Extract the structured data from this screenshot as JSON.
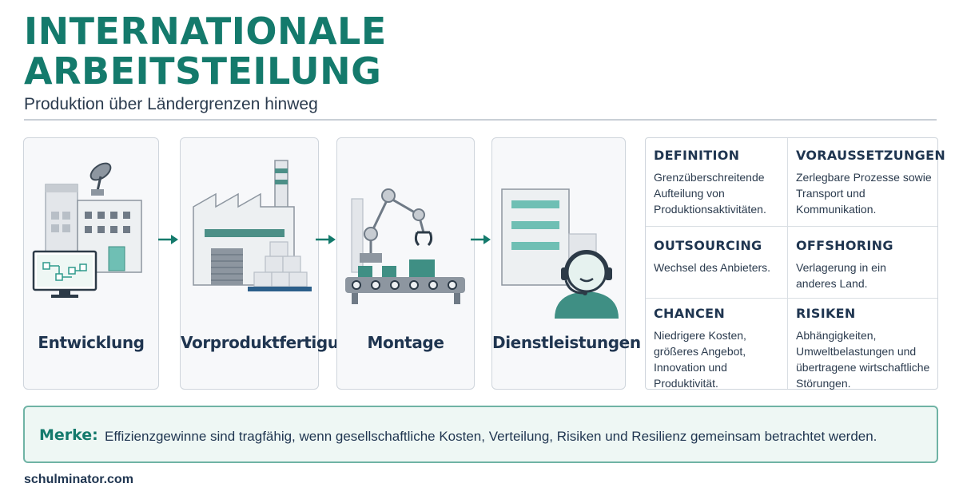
{
  "title": {
    "line1": "INTERNATIONALE",
    "line2": "ARBEITSTEILUNG"
  },
  "subtitle": "Produktion über Ländergrenzen hinweg",
  "steps": [
    {
      "label": "Entwicklung",
      "icon": "research-building-icon"
    },
    {
      "label": "Vorproduktfertigung",
      "icon": "factory-icon"
    },
    {
      "label": "Montage",
      "icon": "robot-arm-conveyor-icon"
    },
    {
      "label": "Dienstleistungen",
      "icon": "office-support-agent-icon"
    }
  ],
  "info": [
    {
      "head": "DEFINITION",
      "body": "Grenzüberschreitende Aufteilung von Produktionsaktivitäten."
    },
    {
      "head": "VORAUSSETZUNGEN",
      "body": "Zerlegbare Prozesse sowie Transport und Kommunikation."
    },
    {
      "head": "OUTSOURCING",
      "body": "Wechsel des Anbieters."
    },
    {
      "head": "OFFSHORING",
      "body": "Verlagerung in ein anderes Land."
    },
    {
      "head": "CHANCEN",
      "body": "Niedrigere Kosten, größeres Angebot, Innovation und Produktivität."
    },
    {
      "head": "RISIKEN",
      "body": "Abhängigkeiten, Umweltbelastungen und übertragene wirtschaftliche Störungen."
    }
  ],
  "note": {
    "label": "Merke:",
    "text": "Effizienzgewinne sind tragfähig, wenn gesellschaftliche Kosten, Verteilung, Risiken und Resilienz gemeinsam betrachtet werden."
  },
  "footer": "schulminator.com",
  "colors": {
    "accent": "#147a6c",
    "teal_light": "#6fbfb4",
    "gray": "#8d96a0",
    "navy": "#1f3550"
  }
}
